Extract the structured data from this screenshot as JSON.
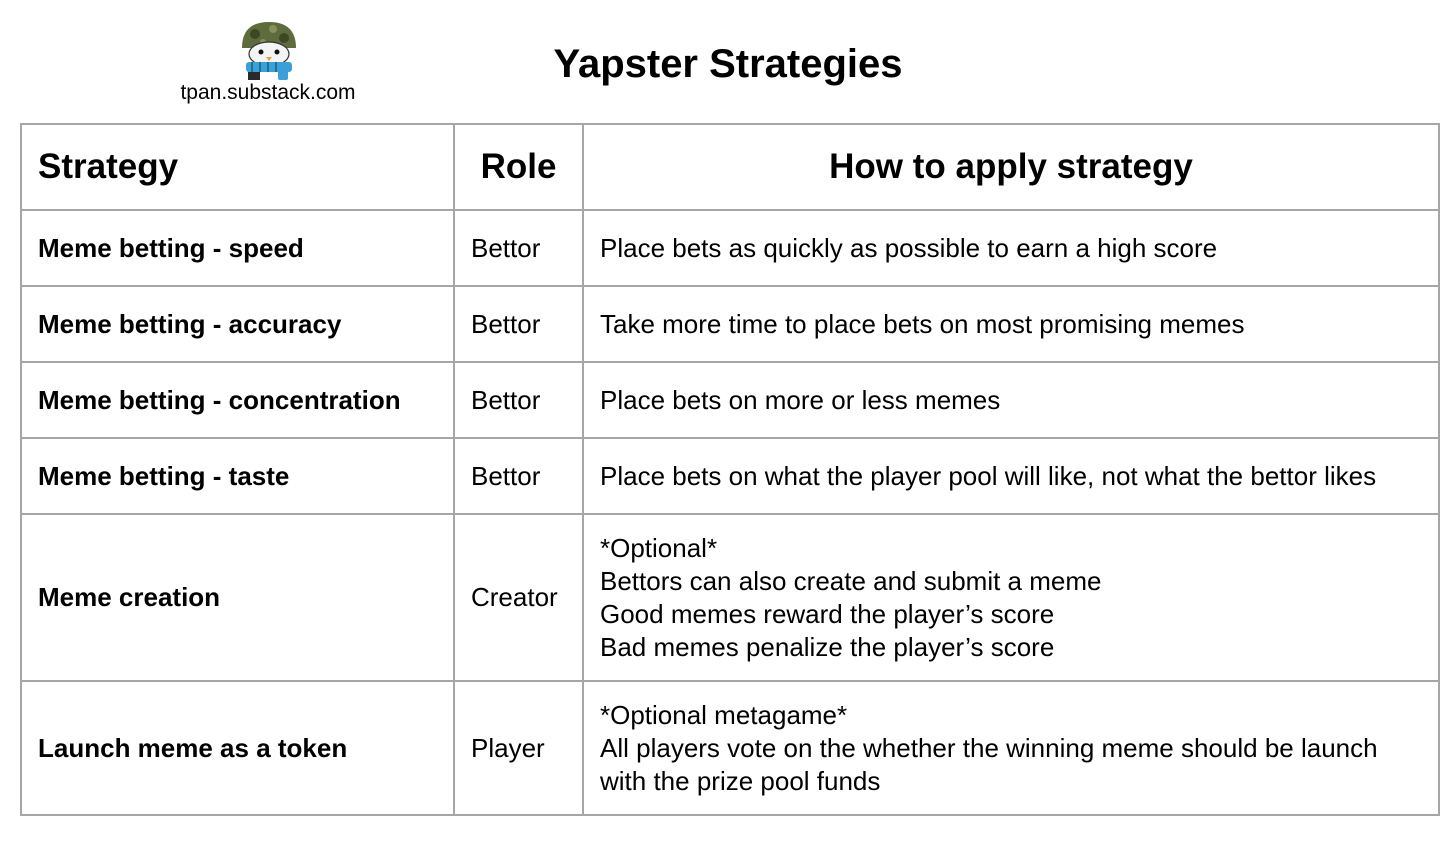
{
  "header": {
    "site": "tpan.substack.com",
    "title": "Yapster Strategies",
    "logo_icon": "penguin-with-helmet-and-scarf-icon"
  },
  "table": {
    "columns": [
      "Strategy",
      "Role",
      "How to apply strategy"
    ],
    "rows": [
      {
        "strategy": "Meme betting - speed",
        "role": "Bettor",
        "how": [
          "Place bets as quickly as possible to earn a high score"
        ]
      },
      {
        "strategy": "Meme betting - accuracy",
        "role": "Bettor",
        "how": [
          "Take more time to place bets on most promising memes"
        ]
      },
      {
        "strategy": "Meme betting - concentration",
        "role": "Bettor",
        "how": [
          "Place bets on more or less memes"
        ]
      },
      {
        "strategy": "Meme betting - taste",
        "role": "Bettor",
        "how": [
          "Place bets on what the player pool will like, not what the bettor likes"
        ]
      },
      {
        "strategy": "Meme creation",
        "role": "Creator",
        "how": [
          "*Optional*",
          "Bettors can also create and submit a meme",
          "Good memes reward the player’s score",
          "Bad memes penalize the player’s score"
        ]
      },
      {
        "strategy": "Launch meme as a token",
        "role": "Player",
        "how": [
          "*Optional metagame*",
          "All players vote on the whether the winning meme should be launch with the prize pool funds"
        ]
      }
    ]
  },
  "colors": {
    "border": "#a6a6a6",
    "helmet": "#5e6b3a",
    "scarf": "#3aa0d8"
  }
}
